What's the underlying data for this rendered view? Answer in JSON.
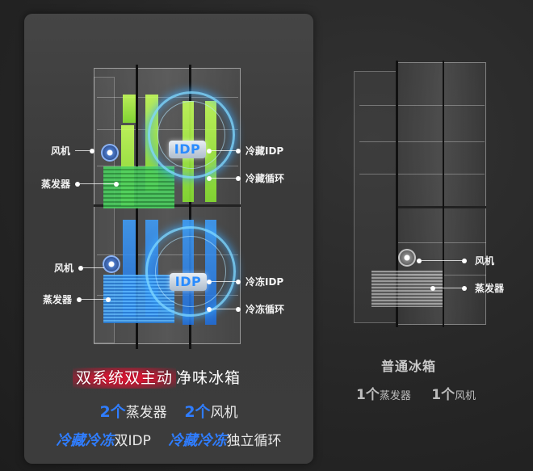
{
  "left_panel": {
    "callouts_left_upper": [
      {
        "label": "风机"
      },
      {
        "label": "蒸发器"
      }
    ],
    "callouts_right_upper": [
      {
        "label": "冷藏IDP"
      },
      {
        "label": "冷藏循环"
      }
    ],
    "callouts_left_lower": [
      {
        "label": "风机"
      },
      {
        "label": "蒸发器"
      }
    ],
    "callouts_right_lower": [
      {
        "label": "冷冻IDP"
      },
      {
        "label": "冷冻循环"
      }
    ],
    "idp_badge_upper": "IDP",
    "idp_badge_lower": "IDP",
    "headline": {
      "highlight": "双系统双主动",
      "rest": "净味冰箱"
    },
    "spec_line1": [
      {
        "num": "2个",
        "text": "蒸发器"
      },
      {
        "num": "2个",
        "text": "风机"
      }
    ],
    "spec_line2": [
      {
        "accent": "冷藏冷冻",
        "text": "双IDP"
      },
      {
        "accent": "冷藏冷冻",
        "text": "独立循环"
      }
    ]
  },
  "right_panel": {
    "callouts": [
      {
        "label": "风机"
      },
      {
        "label": "蒸发器"
      }
    ],
    "title": "普通冰箱",
    "specs": [
      {
        "num": "1个",
        "text": "蒸发器"
      },
      {
        "num": "1个",
        "text": "风机"
      }
    ]
  },
  "colors": {
    "accent_blue": "#2f7dff",
    "accent_red": "#dc1432",
    "fridge_green": "#9be640",
    "fridge_blue": "#2a8cff",
    "background": "#262626"
  }
}
